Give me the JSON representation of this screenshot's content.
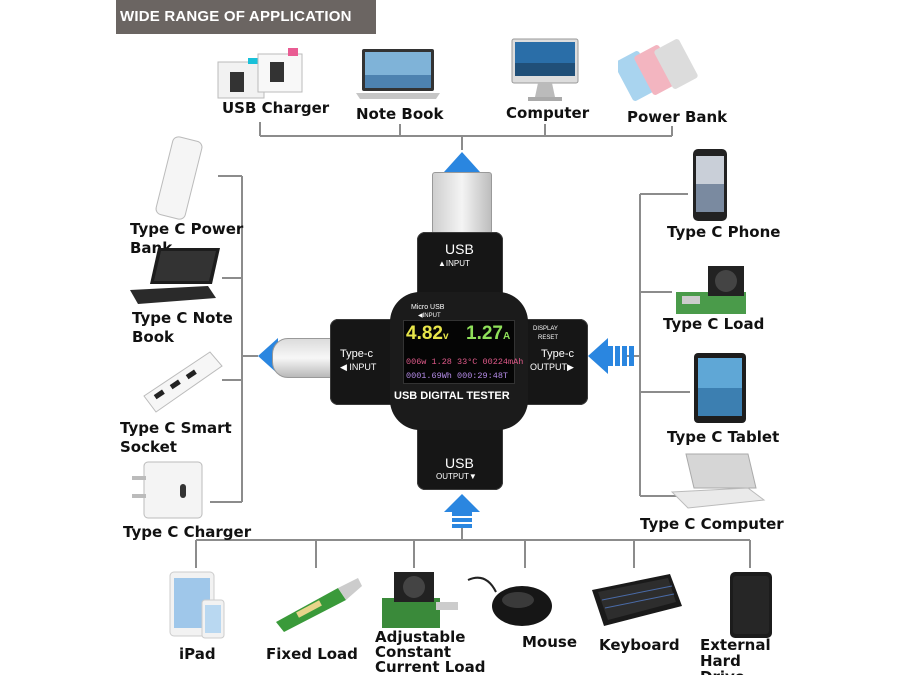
{
  "banner": {
    "title": "WIDE RANGE OF APPLICATION"
  },
  "colors": {
    "banner_bg": "#6b6562",
    "arrow": "#2a86e0",
    "line": "#8c8c8c",
    "device": "#161616"
  },
  "top_items": [
    {
      "label": "USB Charger",
      "icon": "usb-charger-icon"
    },
    {
      "label": "Note Book",
      "icon": "notebook-icon"
    },
    {
      "label": "Computer",
      "icon": "computer-icon"
    },
    {
      "label": "Power Bank",
      "icon": "power-bank-icon"
    }
  ],
  "left_items": [
    {
      "label": "Type C Power Bank",
      "icon": "type-c-power-bank-icon"
    },
    {
      "label": "Type C Note Book",
      "icon": "type-c-notebook-icon"
    },
    {
      "label": "Type C Smart Socket",
      "icon": "type-c-smart-socket-icon"
    },
    {
      "label": "Type C Charger",
      "icon": "type-c-charger-icon"
    }
  ],
  "right_items": [
    {
      "label": "Type C Phone",
      "icon": "type-c-phone-icon"
    },
    {
      "label": "Type C Load",
      "icon": "type-c-load-icon"
    },
    {
      "label": "Type C Tablet",
      "icon": "type-c-tablet-icon"
    },
    {
      "label": "Type C Computer",
      "icon": "type-c-computer-icon"
    }
  ],
  "bottom_items": [
    {
      "label": "iPad",
      "icon": "ipad-icon"
    },
    {
      "label": "Fixed Load",
      "icon": "fixed-load-icon"
    },
    {
      "label": "Adjustable Constant Current Load",
      "icon": "adjustable-load-icon"
    },
    {
      "label": "Mouse",
      "icon": "mouse-icon"
    },
    {
      "label": "Keyboard",
      "icon": "keyboard-icon"
    },
    {
      "label": "External Hard Drive",
      "icon": "external-hard-drive-icon"
    }
  ],
  "device": {
    "usb_input": "USB",
    "usb_input_sub": "▲INPUT",
    "micro_usb": "Micro USB",
    "micro_usb_sub": "◀INPUT",
    "display_btn": "DISPLAY",
    "reset_btn": "RESET",
    "typec_in": "Type-c",
    "typec_in_sub": "◀ INPUT",
    "typec_out": "Type-c",
    "typec_out_sub": "OUTPUT▶",
    "name": "USB DIGITAL TESTER",
    "usb_output": "USB",
    "usb_output_sub": "OUTPUT▼",
    "screen": {
      "voltage": "4.82",
      "voltage_unit": "v",
      "current": "1.27",
      "current_unit": "A",
      "row1": "006w 1.28 33°C 00224mAh",
      "row2": "0001.69Wh  000:29:48T"
    }
  }
}
